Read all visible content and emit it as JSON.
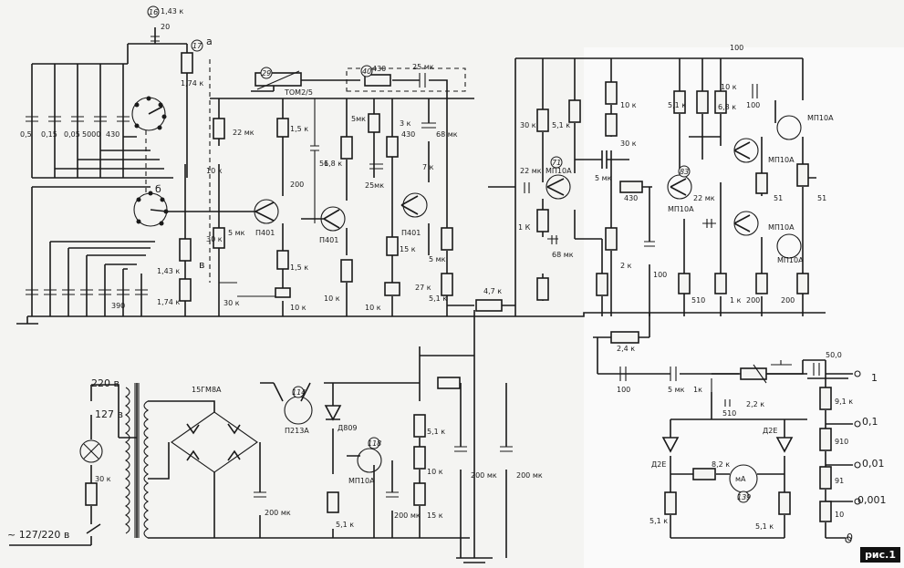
{
  "figure_label": "рис.1",
  "mains": {
    "input_label": "~ 127/220 в",
    "tap_220": "220 в",
    "tap_127": "127 в",
    "lamp_resistor": "30 к",
    "rectifier_type": "15ГМ8А"
  },
  "power_supply": {
    "q114": "П213А",
    "d115": "Д809",
    "q118": "МП10А",
    "r117": "5,1 к",
    "c119": "200 мк",
    "r121": "5,1 к",
    "r122": "10 к",
    "r123": "15 к",
    "c126": "200 мк",
    "c127": "200 мк",
    "c113": "200 мк"
  },
  "input_network": {
    "r16": "1,43 к",
    "c20": "20",
    "r17_top": "1,74 к",
    "r18": "1,43 к",
    "r17_bottom": "1,74 к",
    "c1": "0,5",
    "c3": "0,15",
    "c5": "0,05",
    "c8": "5000",
    "c11": "430",
    "c12": "390",
    "switch_a": "а",
    "switch_b": "б",
    "switch_v": "в"
  },
  "preamp": {
    "c22": "22 мк",
    "r23": "10 к",
    "r24": "30 к",
    "c28": "5 мк",
    "r26": "30 к",
    "r31": "1,5 к",
    "c32": "200",
    "c36": "51",
    "r34": "1,5 к",
    "r35": "10 к",
    "r39": "10 к",
    "r37": "6,8 к",
    "c42": "5мк",
    "r44": "3 к",
    "c43": "25мк",
    "r45": "15 к",
    "r47": "10 к",
    "r49": "430",
    "c48": "68 мк",
    "r55": "7 к",
    "r57": "27 к",
    "r58": "5 мк",
    "r60": "5,1 к",
    "q33": "П401",
    "q38": "П401",
    "q53": "П401",
    "thermistor": "ТОМ2/5",
    "r40": "430",
    "c41": "25 мк"
  },
  "power_amp": {
    "r61": "4,7 к",
    "r65": "30 к",
    "c67": "22 мк",
    "r68": "1 К",
    "c72": "68 мк",
    "q71": "МП10А",
    "r74": "5,1 к",
    "c77": "5 мк",
    "r78": "10 к",
    "r79": "30 к",
    "r81": "2 к",
    "r82": "430",
    "q83": "МП10А",
    "c85": "100",
    "r84": "5,1 к",
    "r88": "10 к",
    "r89": "6,8 к",
    "r100_top": "100",
    "c94": "100",
    "c90": "22 мк",
    "r87": "510",
    "r92": "1 к",
    "r99": "200",
    "r102": "200",
    "q95": "МП10А",
    "q98": "МП10А",
    "q101": "МП10А",
    "q103": "МП10А",
    "r97": "51",
    "r96": "51",
    "r129": "2,4 к",
    "c131": "100",
    "c132": "5 мк"
  },
  "output_meter": {
    "c143": "50,0",
    "r137": "1к",
    "c136": "510",
    "r140": "2,2 к",
    "r144": "9,1 к",
    "r145": "910",
    "r146": "91",
    "r147": "10",
    "d133": "Д2Е",
    "d141": "Д2Е",
    "r138": "8,2 к",
    "meter": "мА",
    "r134": "5,1 к",
    "r142": "5,1 к",
    "out_1": "1",
    "out_01": "0,1",
    "out_001": "0,01",
    "out_0001": "0,001",
    "ground": "0"
  }
}
